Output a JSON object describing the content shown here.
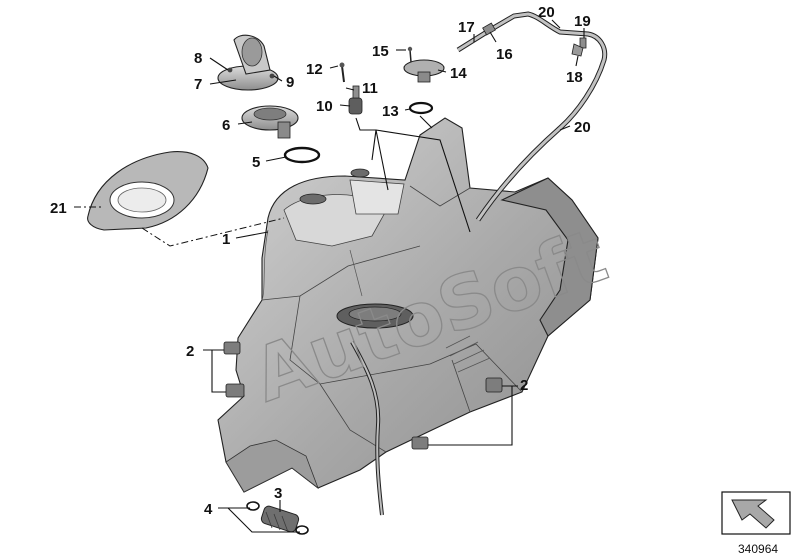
{
  "callouts": [
    {
      "id": "1",
      "label": "1"
    },
    {
      "id": "2a",
      "label": "2"
    },
    {
      "id": "2b",
      "label": "2"
    },
    {
      "id": "3",
      "label": "3"
    },
    {
      "id": "4",
      "label": "4"
    },
    {
      "id": "5",
      "label": "5"
    },
    {
      "id": "6",
      "label": "6"
    },
    {
      "id": "7",
      "label": "7"
    },
    {
      "id": "8",
      "label": "8"
    },
    {
      "id": "9",
      "label": "9"
    },
    {
      "id": "10",
      "label": "10"
    },
    {
      "id": "11",
      "label": "11"
    },
    {
      "id": "12",
      "label": "12"
    },
    {
      "id": "13",
      "label": "13"
    },
    {
      "id": "14",
      "label": "14"
    },
    {
      "id": "15",
      "label": "15"
    },
    {
      "id": "16",
      "label": "16"
    },
    {
      "id": "17",
      "label": "17"
    },
    {
      "id": "18",
      "label": "18"
    },
    {
      "id": "19",
      "label": "19"
    },
    {
      "id": "20a",
      "label": "20"
    },
    {
      "id": "20b",
      "label": "20"
    },
    {
      "id": "21",
      "label": "21"
    }
  ],
  "diagram_number": "340964",
  "watermark": "AutoSoft",
  "colors": {
    "part_fill": "#bdbdbd",
    "part_dark": "#7a7a7a",
    "line": "#111111"
  }
}
